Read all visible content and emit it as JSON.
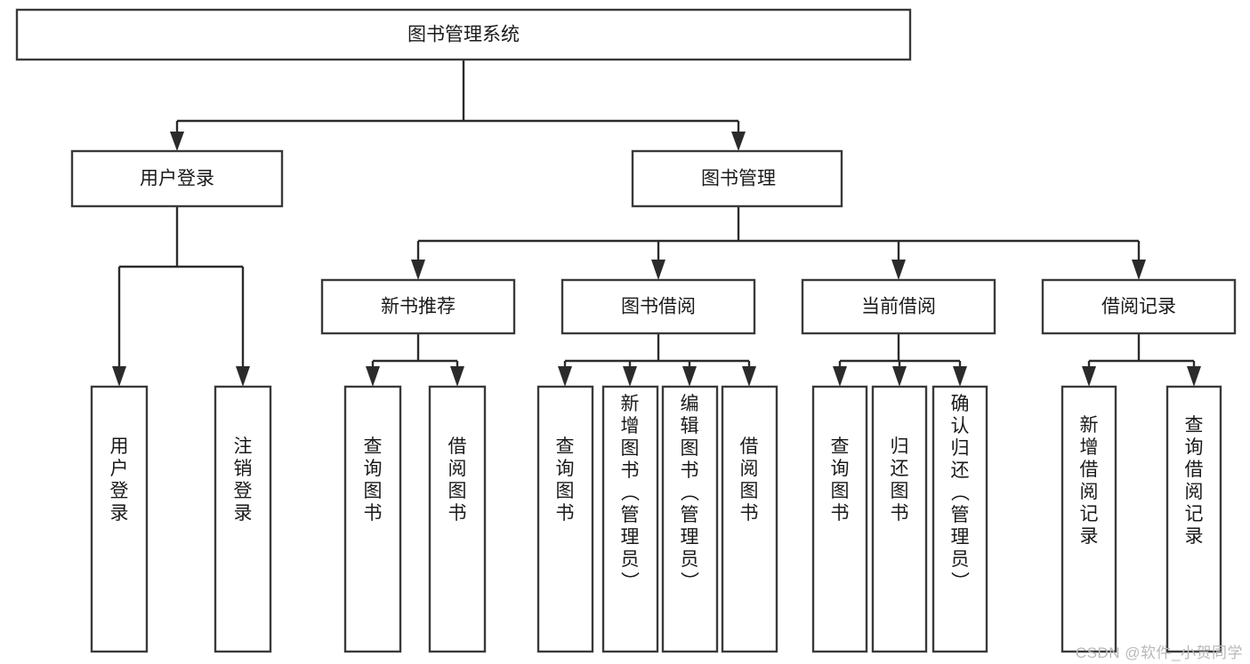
{
  "diagram": {
    "title": "图书管理系统",
    "type": "hierarchy-tree",
    "orientation": "top-down",
    "levels": 4,
    "colors": {
      "box_fill": "#ffffff",
      "box_stroke": "#3a3a3a",
      "connector": "#2b2b2b",
      "text": "#1a1a1a",
      "watermark": "#b9b9b9"
    },
    "root": {
      "label": "图书管理系统"
    },
    "level2": [
      {
        "label": "用户登录"
      },
      {
        "label": "图书管理"
      }
    ],
    "level3": [
      {
        "label": "新书推荐"
      },
      {
        "label": "图书借阅"
      },
      {
        "label": "当前借阅"
      },
      {
        "label": "借阅记录"
      }
    ],
    "leaves": {
      "user_login": [
        {
          "label": "用户登录"
        },
        {
          "label": "注销登录"
        }
      ],
      "new_book_recommend": [
        {
          "label": "查询图书"
        },
        {
          "label": "借阅图书"
        }
      ],
      "book_borrow": [
        {
          "label": "查询图书"
        },
        {
          "label": "新增图书（管理员）"
        },
        {
          "label": "编辑图书（管理员）"
        },
        {
          "label": "借阅图书"
        }
      ],
      "current_borrow": [
        {
          "label": "查询图书"
        },
        {
          "label": "归还图书"
        },
        {
          "label": "确认归还（管理员）"
        }
      ],
      "borrow_record": [
        {
          "label": "新增借阅记录"
        },
        {
          "label": "查询借阅记录"
        }
      ]
    }
  },
  "watermark": {
    "text": "CSDN @软件_小贺同学"
  }
}
